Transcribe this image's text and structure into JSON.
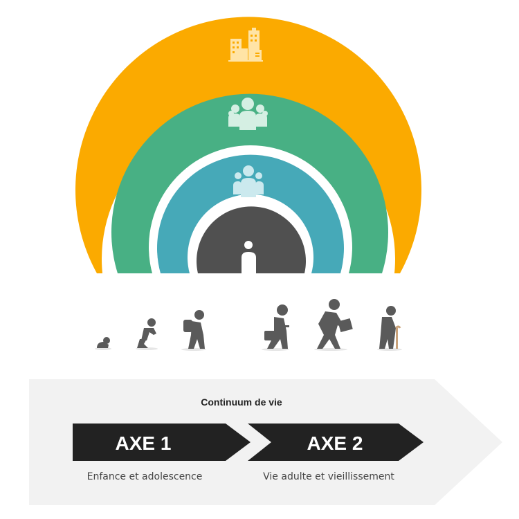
{
  "levels": [
    {
      "name": "Environnement / communauté (icône bâtiments)",
      "icon": "buildings-icon",
      "color": "#FBAA00"
    },
    {
      "name": "Groupe élargi (icône groupe)",
      "icon": "group-icon",
      "color": "#48B084"
    },
    {
      "name": "Famille (icône famille)",
      "icon": "family-icon",
      "color": "#46A9B8"
    },
    {
      "name": "Individu (icône personne)",
      "icon": "person-icon",
      "color": "#505050"
    }
  ],
  "lifecycle_icons": [
    "baby-icon",
    "crawling-child-icon",
    "student-with-backpack-icon",
    "worker-with-briefcase-icon",
    "adult-walking-icon",
    "elder-with-cane-icon"
  ],
  "continuum": {
    "title": "Continuum de vie",
    "background": "#F2F2F2"
  },
  "axes": [
    {
      "label": "AXE 1",
      "caption": "Enfance et adolescence",
      "color": "#222222"
    },
    {
      "label": "AXE 2",
      "caption": "Vie adulte et vieillissement",
      "color": "#222222"
    }
  ]
}
